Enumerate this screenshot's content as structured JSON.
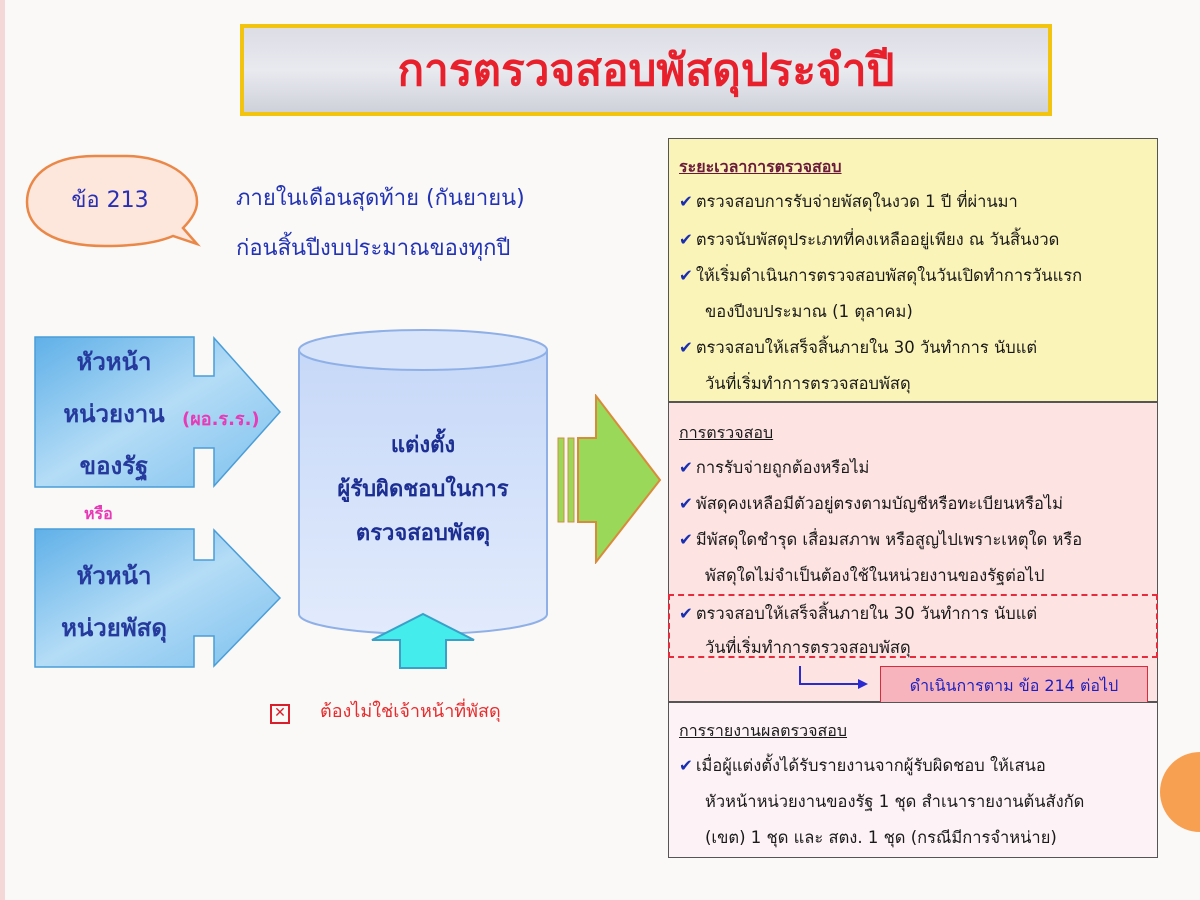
{
  "title": "การตรวจสอบพัสดุประจำปี",
  "clause": {
    "label": "ข้อ 213",
    "line1": "ภายในเดือนสุดท้าย (กันยายน)",
    "line2": "ก่อนสิ้นปีงบประมาณของทุกปี"
  },
  "sources": {
    "top": {
      "lines": [
        "หัวหน้า",
        "หน่วยงาน",
        "ของรัฐ"
      ],
      "tag": "(ผอ.ร.ร.)"
    },
    "or_label": "หรือ",
    "bottom": {
      "lines": [
        "หัวหน้า",
        "หน่วยพัสดุ"
      ]
    }
  },
  "appoint": {
    "lines": [
      "แต่งตั้ง",
      "ผู้รับผิดชอบในการ",
      "ตรวจสอบพัสดุ"
    ]
  },
  "note": "ต้องไม่ใช่เจ้าหน้าที่พัสดุ",
  "check_mark": "✔",
  "panel_timing": {
    "heading": "ระยะเวลาการตรวจสอบ",
    "items": [
      "ตรวจสอบการรับจ่ายพัสดุในงวด 1 ปี ที่ผ่านมา",
      "ตรวจนับพัสดุประเภทที่คงเหลืออยู่เพียง ณ วันสิ้นงวด",
      "ให้เริ่มดำเนินการตรวจสอบพัสดุในวันเปิดทำการวันแรก",
      "ตรวจสอบให้เสร็จสิ้นภายใน 30 วันทำการ นับแต่"
    ],
    "continuations": [
      "ของปีงบประมาณ (1 ตุลาคม)",
      "วันที่เริ่มทำการตรวจสอบพัสดุ"
    ]
  },
  "panel_check": {
    "heading": "การตรวจสอบ",
    "items": [
      "การรับจ่ายถูกต้องหรือไม่",
      "พัสดุคงเหลือมีตัวอยู่ตรงตามบัญชีหรือทะเบียนหรือไม่",
      "มีพัสดุใดชำรุด เสื่อมสภาพ หรือสูญไปเพราะเหตุใด หรือ",
      "ตรวจสอบให้เสร็จสิ้นภายใน 30 วันทำการ นับแต่"
    ],
    "continuations": [
      "พัสดุใดไม่จำเป็นต้องใช้ในหน่วยงานของรัฐต่อไป",
      "วันที่เริ่มทำการตรวจสอบพัสดุ"
    ],
    "action": "ดำเนินการตาม ข้อ 214 ต่อไป"
  },
  "panel_report": {
    "heading": "การรายงานผลตรวจสอบ",
    "items": [
      "เมื่อผู้แต่งตั้งได้รับรายงานจากผู้รับผิดชอบ ให้เสนอ"
    ],
    "continuations": [
      "หัวหน้าหน่วยงานของรัฐ 1 ชุด สำเนารายงานต้นสังกัด",
      "(เขต) 1 ชุด และ สตง. 1 ชุด (กรณีมีการจำหน่าย)"
    ]
  },
  "colors": {
    "title": "#e8202c",
    "title_border": "#f2c40f",
    "arrow_blue": "#7ec4ee",
    "arrow_green": "#9ad85a",
    "timing_bg": "#fbf4b8",
    "check_bg": "#fde4e2"
  }
}
